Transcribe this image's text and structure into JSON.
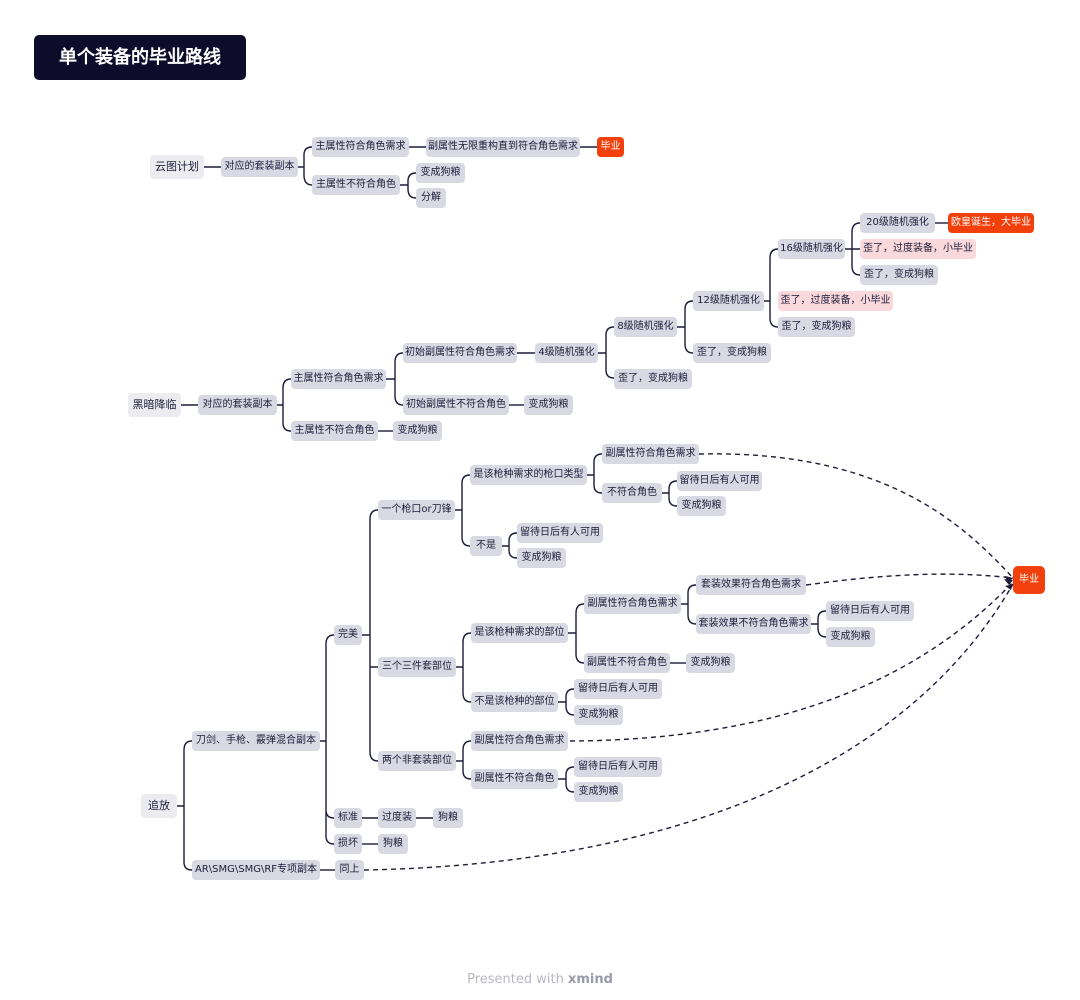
{
  "title": "单个装备的毕业路线",
  "footer": {
    "prefix": "Presented with",
    "brand": "xmind"
  },
  "colors": {
    "root": "#ececf0",
    "main": "#d9d9e3",
    "line": "#1c1c3a",
    "pink": "#f9d9dc",
    "red": "#f2400c",
    "title_bg": "#0d0d2b"
  },
  "tree1": {
    "root": "云图计划",
    "instance": "对应的套装副本",
    "main_match": "主属性符合角色需求",
    "sub_reroll": "副属性无限重构直到符合角色需求",
    "grad": "毕业",
    "main_nomatch": "主属性不符合角色",
    "dog_food": "变成狗粮",
    "dismantle": "分解"
  },
  "tree2": {
    "root": "黑暗降临",
    "instance": "对应的套装副本",
    "main_match": "主属性符合角色需求",
    "init_match": "初始副属性符合角色需求",
    "lv4": "4级随机强化",
    "lv8": "8级随机强化",
    "lv12": "12级随机强化",
    "lv16": "16级随机强化",
    "lv20": "20级随机强化",
    "jackpot": "欧皇诞生，大毕业",
    "lv16_small": "歪了，过度装备，小毕业",
    "lv16_dog": "歪了，变成狗粮",
    "lv12_small": "歪了，过度装备，小毕业",
    "lv12_dog": "歪了，变成狗粮",
    "lv8_dog": "歪了，变成狗粮",
    "lv4_dog": "歪了，变成狗粮",
    "init_nomatch": "初始副属性不符合角色",
    "init_nomatch_dog": "变成狗粮",
    "main_nomatch": "主属性不符合角色",
    "main_nomatch_dog": "变成狗粮"
  },
  "tree3": {
    "root": "追放",
    "mixed": "刀剑、手枪、霰弹混合副本",
    "perfect": "完美",
    "one_slot": "一个枪口or刀锋",
    "is_gun_type": "是该枪种需求的枪口类型",
    "sub_match_a": "副属性符合角色需求",
    "not_match": "不符合角色",
    "keep_a": "留待日后有人可用",
    "dog_a": "变成狗粮",
    "not_a": "不是",
    "keep_b": "留待日后有人可用",
    "dog_b": "变成狗粮",
    "three_set": "三个三件套部位",
    "is_gun_part": "是该枪种需求的部位",
    "sub_match_b": "副属性符合角色需求",
    "set_match": "套装效果符合角色需求",
    "set_nomatch": "套装效果不符合角色需求",
    "keep_c": "留待日后有人可用",
    "dog_c": "变成狗粮",
    "sub_nomatch_b": "副属性不符合角色",
    "dog_d": "变成狗粮",
    "not_gun_part": "不是该枪种的部位",
    "keep_d": "留待日后有人可用",
    "dog_e": "变成狗粮",
    "two_nonset": "两个非套装部位",
    "sub_match_c": "副属性符合角色需求",
    "sub_nomatch_c": "副属性不符合角色",
    "keep_e": "留待日后有人可用",
    "dog_f": "变成狗粮",
    "standard": "标准",
    "over_gear": "过度装",
    "dog_g": "狗粮",
    "broken": "损坏",
    "dog_h": "狗粮",
    "special": "AR\\SMG\\SMG\\RF专项副本",
    "same": "同上",
    "grad": "毕业"
  }
}
